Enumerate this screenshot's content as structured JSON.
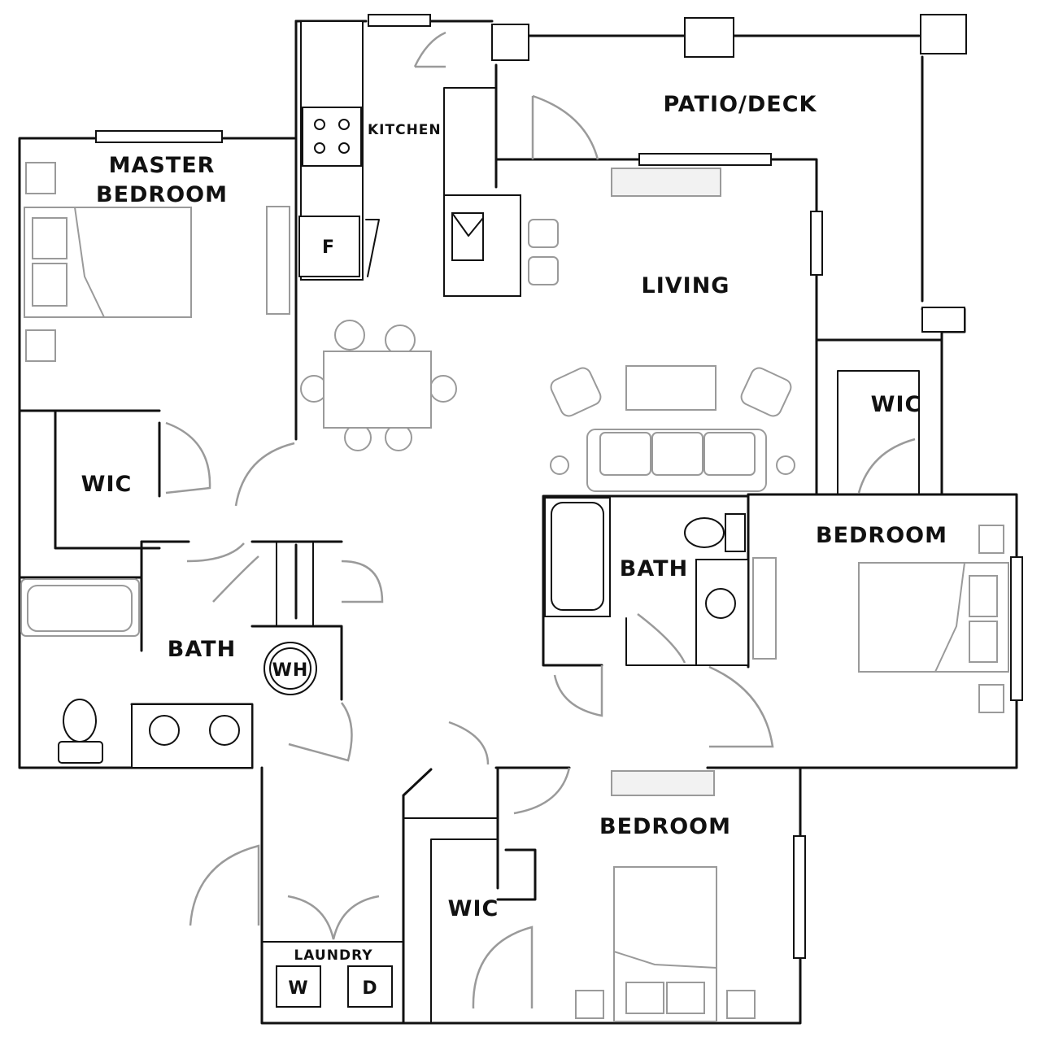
{
  "rooms": {
    "patio": "PATIO/DECK",
    "kitchen": "KITCHEN",
    "master_line1": "MASTER",
    "master_line2": "BEDROOM",
    "living": "LIVING",
    "master_wic": "WIC",
    "east_wic": "WIC",
    "east_bedroom": "BEDROOM",
    "center_bath": "BATH",
    "master_bath": "BATH",
    "south_bedroom": "BEDROOM",
    "south_wic": "WIC",
    "laundry": "LAUNDRY"
  },
  "appliances": {
    "fridge": "F",
    "water_heater": "WH",
    "washer": "W",
    "dryer": "D"
  }
}
